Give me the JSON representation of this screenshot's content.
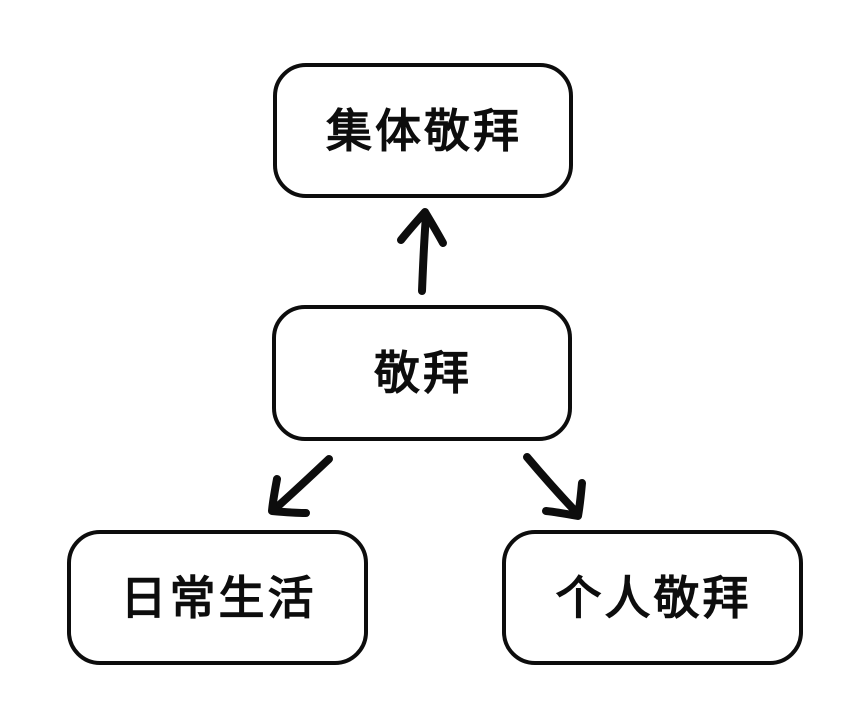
{
  "diagram": {
    "title": "worship-relationship-diagram",
    "background_color": "#ffffff",
    "stroke_color": "#0d0d0d",
    "nodes": [
      {
        "id": "collective",
        "label": "集体敬拜",
        "position": "top-center"
      },
      {
        "id": "worship",
        "label": "敬拜",
        "position": "middle-center"
      },
      {
        "id": "daily",
        "label": "日常生活",
        "position": "bottom-left"
      },
      {
        "id": "personal",
        "label": "个人敬拜",
        "position": "bottom-right"
      }
    ],
    "edges": [
      {
        "from": "worship",
        "to": "collective",
        "direction": "up"
      },
      {
        "from": "worship",
        "to": "daily",
        "direction": "down-left"
      },
      {
        "from": "worship",
        "to": "personal",
        "direction": "down-right"
      }
    ]
  }
}
